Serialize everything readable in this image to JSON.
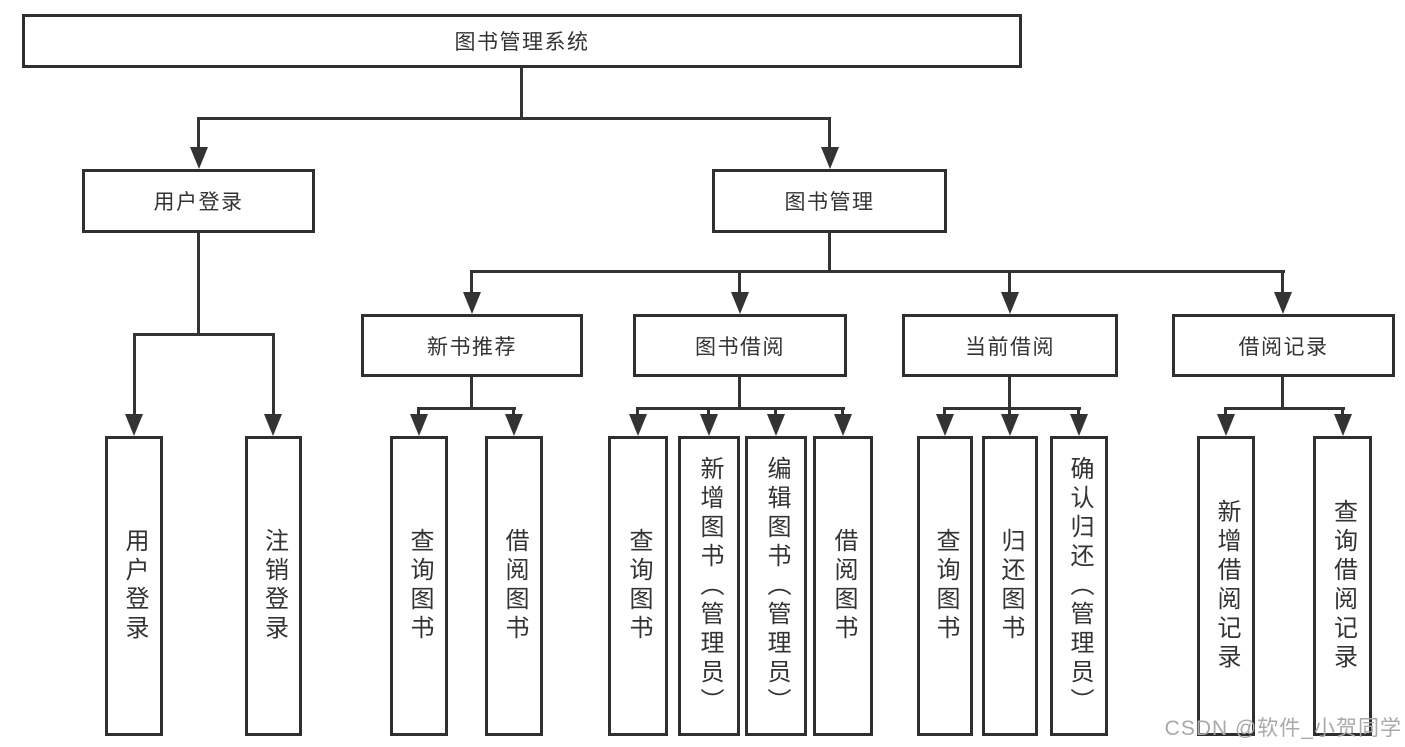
{
  "diagram": {
    "root": {
      "label": "图书管理系统"
    },
    "level2": [
      {
        "id": "user-login",
        "label": "用户登录"
      },
      {
        "id": "book-management",
        "label": "图书管理"
      }
    ],
    "level3": [
      {
        "id": "new-book-recommend",
        "parent": "图书管理",
        "label": "新书推荐"
      },
      {
        "id": "book-borrow",
        "parent": "图书管理",
        "label": "图书借阅"
      },
      {
        "id": "current-borrow",
        "parent": "图书管理",
        "label": "当前借阅"
      },
      {
        "id": "borrow-records",
        "parent": "图书管理",
        "label": "借阅记录"
      }
    ],
    "leaves": [
      {
        "parent": "用户登录",
        "label": "用户登录"
      },
      {
        "parent": "用户登录",
        "label": "注销登录"
      },
      {
        "parent": "新书推荐",
        "label": "查询图书"
      },
      {
        "parent": "新书推荐",
        "label": "借阅图书"
      },
      {
        "parent": "图书借阅",
        "label": "查询图书"
      },
      {
        "parent": "图书借阅",
        "label": "新增图书（管理员）"
      },
      {
        "parent": "图书借阅",
        "label": "编辑图书（管理员）"
      },
      {
        "parent": "图书借阅",
        "label": "借阅图书"
      },
      {
        "parent": "当前借阅",
        "label": "查询图书"
      },
      {
        "parent": "当前借阅",
        "label": "归还图书"
      },
      {
        "parent": "当前借阅",
        "label": "确认归还（管理员）"
      },
      {
        "parent": "借阅记录",
        "label": "新增借阅记录"
      },
      {
        "parent": "借阅记录",
        "label": "查询借阅记录"
      }
    ]
  },
  "watermark": {
    "text": "CSDN @软件_小贺同学"
  },
  "colors": {
    "line": "#333333",
    "border": "#2f2f2f",
    "text": "#333333",
    "watermark": "#a9a9a9",
    "background": "#ffffff"
  }
}
